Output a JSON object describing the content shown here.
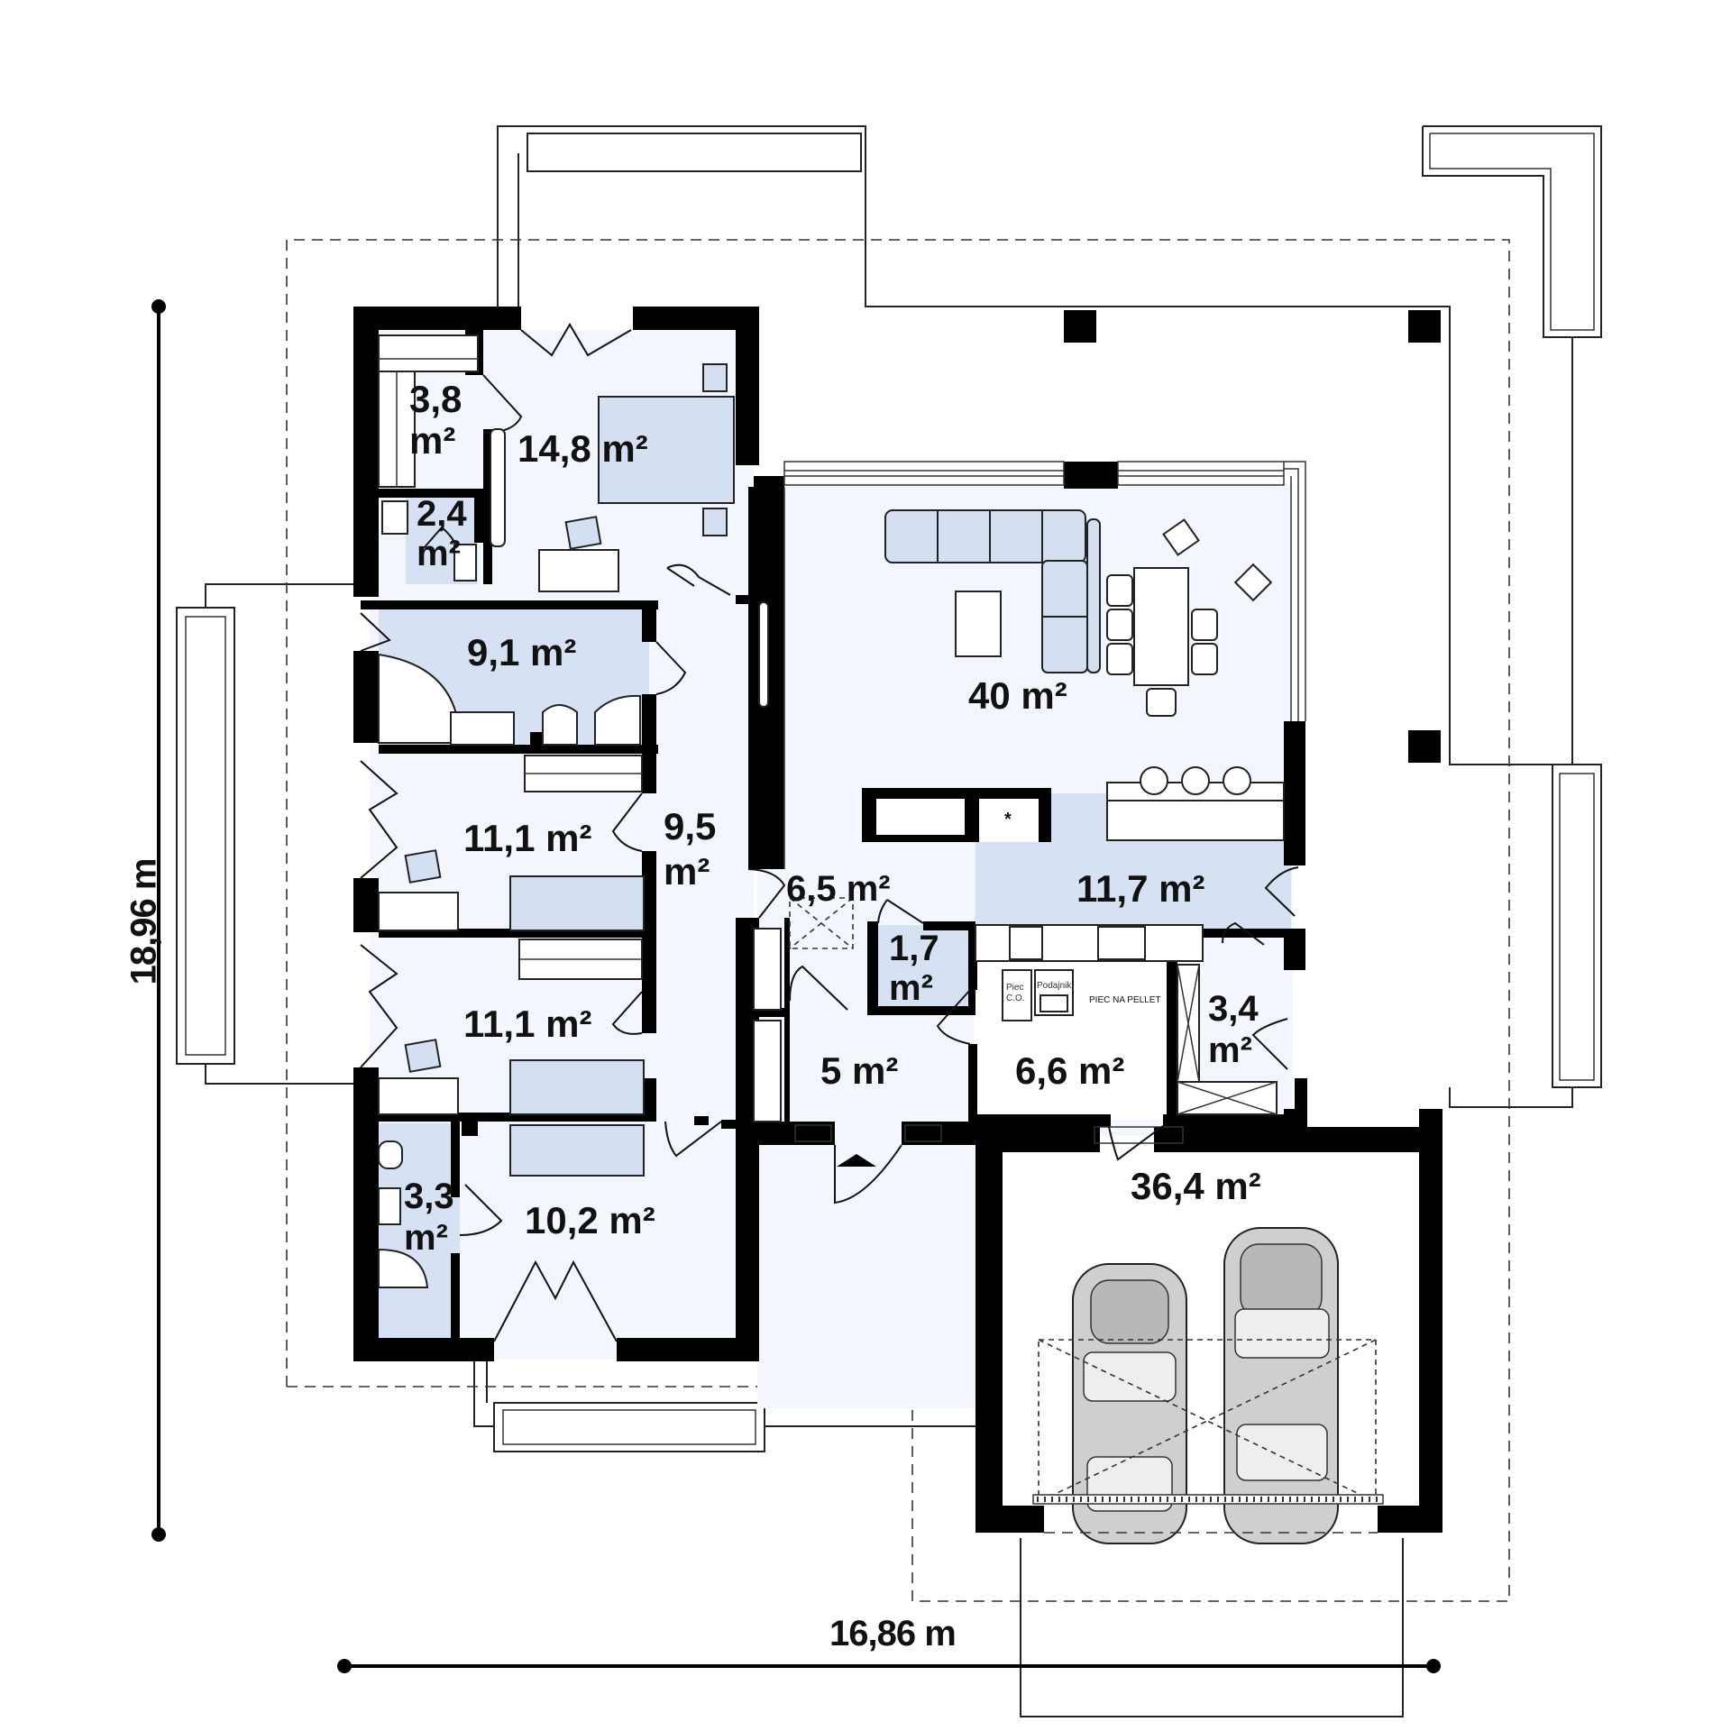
{
  "plan": {
    "title": "Floor plan",
    "colors": {
      "wall": "#000000",
      "floor": "#f3f7fd",
      "wet_room": "#d6e2f3",
      "furniture_blue": "#d4e0f2",
      "car": "#c8c8c8"
    },
    "dimensions": {
      "height": "18,96 m",
      "width": "16,86 m"
    },
    "rooms": [
      {
        "id": "wardrobe",
        "area_line1": "3,8",
        "area_line2": "m²"
      },
      {
        "id": "master-bedroom",
        "area": "14,8 m²"
      },
      {
        "id": "ensuite-bathroom",
        "area_line1": "2,4",
        "area_line2": "m²"
      },
      {
        "id": "bathroom",
        "area": "9,1 m²"
      },
      {
        "id": "bedroom-1",
        "area": "11,1 m²"
      },
      {
        "id": "hallway",
        "area_line1": "9,5",
        "area_line2": "m²"
      },
      {
        "id": "bedroom-2",
        "area": "11,1 m²"
      },
      {
        "id": "bathroom-small",
        "area_line1": "3,3",
        "area_line2": "m²"
      },
      {
        "id": "bedroom-3",
        "area": "10,2 m²"
      },
      {
        "id": "living-room",
        "area": "40 m²"
      },
      {
        "id": "entry-hall",
        "area": "6,5 m²"
      },
      {
        "id": "wc",
        "area_line1": "1,7",
        "area_line2": "m²"
      },
      {
        "id": "kitchen",
        "area": "11,7 m²"
      },
      {
        "id": "vestibule",
        "area": "5 m²"
      },
      {
        "id": "boiler-room",
        "area": "6,6 m²"
      },
      {
        "id": "pantry",
        "area_line1": "3,4",
        "area_line2": "m²"
      },
      {
        "id": "garage",
        "area": "36,4 m²"
      }
    ],
    "boiler_labels": {
      "boiler": "Piec",
      "boiler_sub": "C.O.",
      "feeder": "Podajnik",
      "pellet": "PIEC NA PELLET"
    },
    "fireplace_symbol": "*"
  }
}
